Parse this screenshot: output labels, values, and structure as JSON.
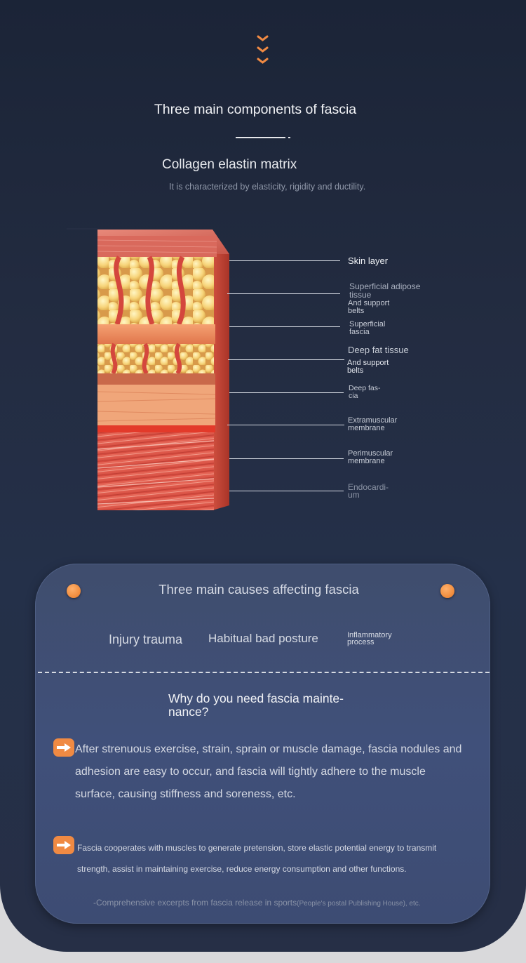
{
  "section1": {
    "title": "Three main components of fascia",
    "subtitle": "Collagen elastin matrix",
    "description": "It is characterized by elasticity, rigidity and ductility.",
    "icon": "chevron-down-icon",
    "accent_color": "#f08a43"
  },
  "diagram": {
    "labels": [
      {
        "text": "Skin layer"
      },
      {
        "text": "Superficial adipose tissue"
      },
      {
        "text": "And support belts"
      },
      {
        "text": "Superficial fascia"
      },
      {
        "text": "Deep fat tissue"
      },
      {
        "text": "And support belts"
      },
      {
        "text": "Deep fas-cia"
      },
      {
        "text": "Extramuscular membrane"
      },
      {
        "text": "Perimuscular membrane"
      },
      {
        "text": "Endocardi-um"
      }
    ]
  },
  "card": {
    "title": "Three main causes affecting fascia",
    "causes": [
      "Injury trauma",
      "Habitual bad posture",
      "Inflammatory process"
    ],
    "why_title": "Why do you need fascia mainte-nance?",
    "paragraphs": [
      "After strenuous exercise, strain, sprain or muscle damage, fascia nodules and adhesion are easy to occur, and fascia will tightly adhere to the muscle surface, causing stiffness and soreness, etc.",
      "Fascia cooperates with muscles to generate pretension, store elastic potential energy to transmit strength, assist in maintaining exercise, reduce energy consumption and other functions."
    ],
    "source_main": "-Comprehensive excerpts from fascia release in sports",
    "source_publisher": "(People's postal Publishing House), etc.",
    "bullet_icon": "arrow-right-icon"
  }
}
